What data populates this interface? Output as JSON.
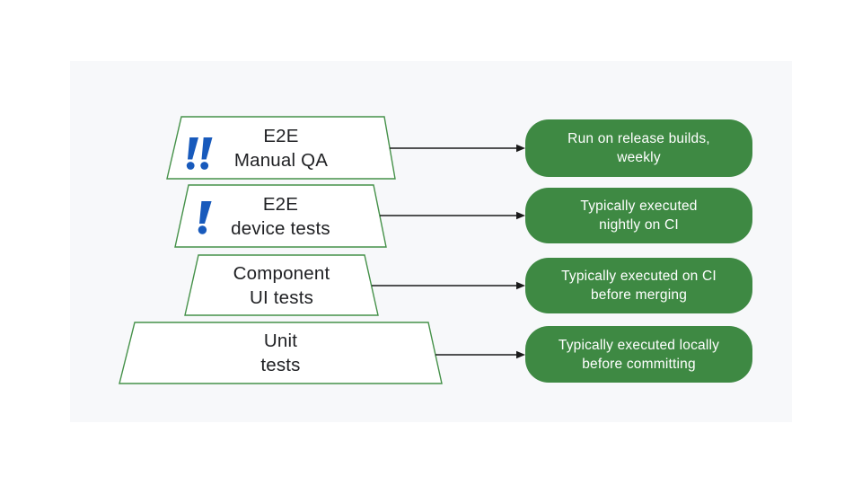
{
  "colors": {
    "page_background": "#ffffff",
    "panel_background": "#f7f8fa",
    "pill_green": "#3e8943",
    "trapezoid_border_green": "#459149",
    "exclamation_blue": "#185abc",
    "label_text": "#202124",
    "pill_text": "#ffffff",
    "arrow": "#1a1a1a"
  },
  "diagram": {
    "type": "test-levels-diagram",
    "rows": [
      {
        "id": "e2e-manual-qa",
        "icon": "double-exclamation-icon",
        "label_line1": "E2E",
        "label_line2": "Manual QA",
        "pill_line1": "Run on release builds,",
        "pill_line2": "weekly"
      },
      {
        "id": "e2e-device-tests",
        "icon": "exclamation-icon",
        "label_line1": "E2E",
        "label_line2": "device tests",
        "pill_line1": "Typically executed",
        "pill_line2": "nightly on CI"
      },
      {
        "id": "component-ui-tests",
        "icon": null,
        "label_line1": "Component",
        "label_line2": "UI tests",
        "pill_line1": "Typically executed on CI",
        "pill_line2": "before merging"
      },
      {
        "id": "unit-tests",
        "icon": null,
        "label_line1": "Unit",
        "label_line2": "tests",
        "pill_line1": "Typically executed locally",
        "pill_line2": "before committing"
      }
    ]
  }
}
